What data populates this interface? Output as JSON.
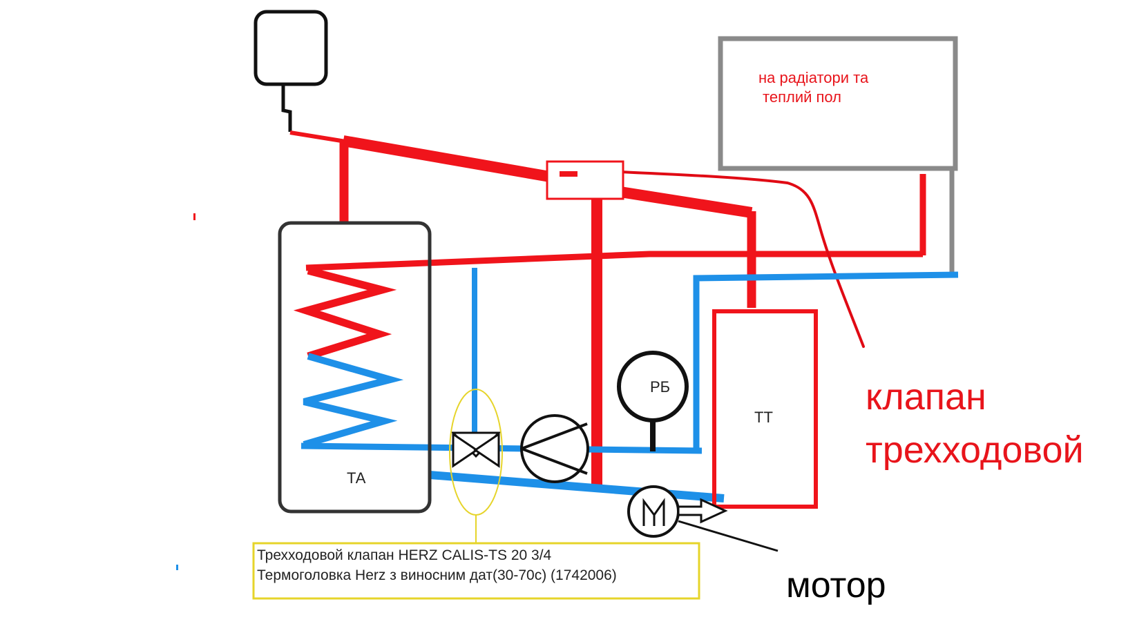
{
  "labels": {
    "radiators_line1": "на радіатори та",
    "radiators_line2": "теплий пол",
    "tank": "ТА",
    "boiler": "ТТ",
    "expansion_tank": "РБ",
    "valve_line1": "клапан",
    "valve_line2": "трехходовой",
    "motor": "мотор",
    "valve_info_line1": "Трехходовой клапан HERZ CALIS-TS 20 3/4",
    "valve_info_line2": "Термоголовка Herz з виносним дат(30-70с) (1742006)"
  },
  "colors": {
    "hot_pipe": "#f0141b",
    "cold_pipe": "#1e90e8",
    "outline": "#333333",
    "radiator_box": "#8a8a8a",
    "annotation_box": "#e6d42a",
    "label_red": "#e8141b"
  }
}
